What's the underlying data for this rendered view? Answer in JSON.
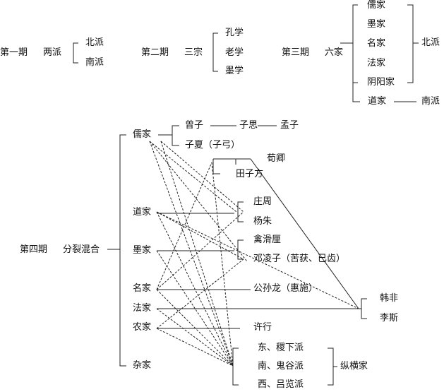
{
  "row1": {
    "p1": {
      "label": "第一期",
      "sub": "两派",
      "items": [
        "北派",
        "南派"
      ]
    },
    "p2": {
      "label": "第二期",
      "sub": "三宗",
      "items": [
        "孔学",
        "老学",
        "墨学"
      ]
    },
    "p3": {
      "label": "第三期",
      "sub": "六家",
      "items": [
        "儒家",
        "墨家",
        "名家",
        "法家",
        "阴阳家"
      ],
      "north": "北派",
      "dao": "道家",
      "south": "南派"
    }
  },
  "p4": {
    "label": "第四期",
    "sub": "分裂混合",
    "schools": [
      "儒家",
      "道家",
      "墨家",
      "名家",
      "法家",
      "农家",
      "杂家"
    ],
    "figures": {
      "zengzi": "曾子",
      "zisi": "子思",
      "mengzi": "孟子",
      "zixia": "子夏（子弓）",
      "xunqing": "荀卿",
      "tianzifang": "田子方",
      "zhuangzhou": "庄周",
      "yangzhu": "杨朱",
      "qinhuali": "禽滑厘",
      "denglingzi": "邓凌子（苦获、已齿）",
      "gongsunlong": "公孙龙（惠施）",
      "xuxing": "许行",
      "hanfei": "韩非",
      "lisi": "李斯"
    },
    "zongheng": {
      "items": [
        "东、稷下派",
        "南、鬼谷派",
        "西、吕览派"
      ],
      "label": "纵横家"
    }
  }
}
